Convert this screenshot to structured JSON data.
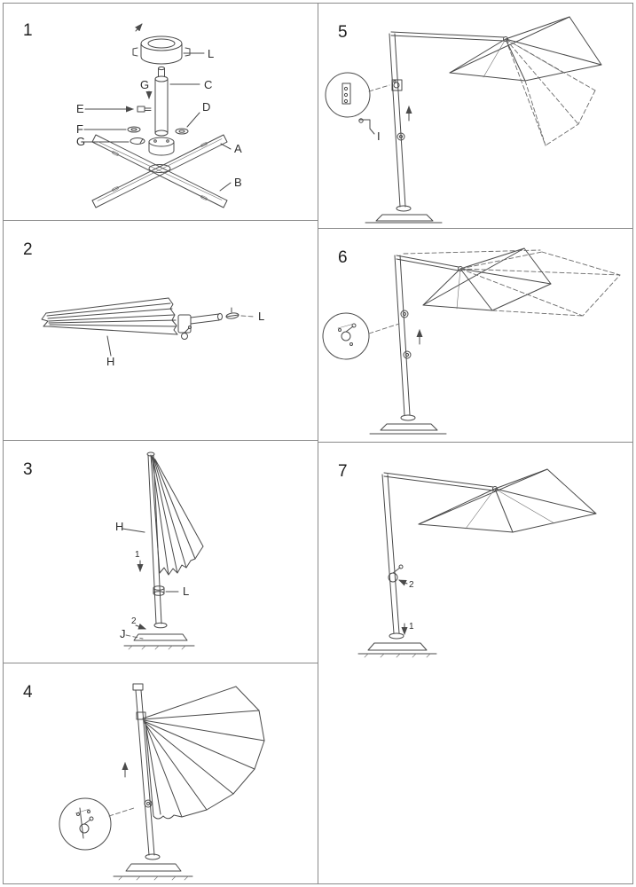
{
  "page": {
    "background": "#ffffff",
    "line_color": "#4a4a4a"
  },
  "sheet": {
    "panels": {
      "p1": {
        "number": "1",
        "labels": {
          "l": "L",
          "c": "C",
          "g_top": "G",
          "e": "E",
          "d": "D",
          "f": "F",
          "g_side": "G",
          "a": "A",
          "b": "B"
        }
      },
      "p2": {
        "number": "2",
        "labels": {
          "h": "H",
          "l": "L"
        }
      },
      "p3": {
        "number": "3",
        "labels": {
          "h": "H",
          "step1": "1",
          "l": "L",
          "step2": "2",
          "j": "J"
        }
      },
      "p4": {
        "number": "4"
      },
      "p5": {
        "number": "5",
        "labels": {
          "i": "I"
        }
      },
      "p6": {
        "number": "6"
      },
      "p7": {
        "number": "7",
        "labels": {
          "step2": "2",
          "step1": "1"
        }
      }
    }
  }
}
